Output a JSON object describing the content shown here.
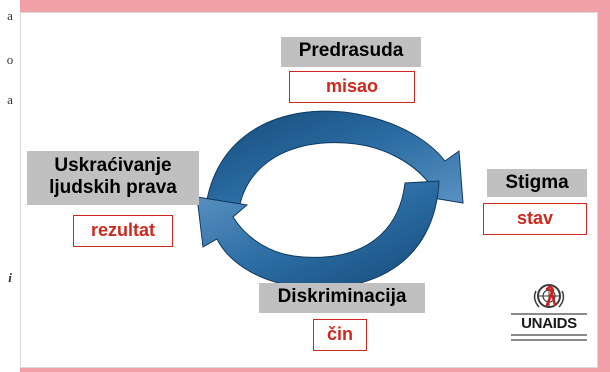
{
  "diagram": {
    "top": {
      "label": "Predrasuda",
      "value": "misao"
    },
    "right": {
      "label": "Stigma",
      "value": "stav"
    },
    "bottom": {
      "label": "Diskriminacija",
      "value": "čin"
    },
    "left": {
      "label_line1": "Uskraćivanje",
      "label_line2": "ljudskih prava",
      "value": "rezultat"
    }
  },
  "logo": {
    "name": "UNAIDS",
    "icon": "un-emblem-icon"
  },
  "colors": {
    "frame": "#f2a0a8",
    "arrow": "#1f5a8c",
    "label_bg": "#c0c0c0",
    "value_red": "#cc2a1e"
  },
  "icons": [
    "un-emblem-icon",
    "red-ribbon-icon",
    "cycle-arrow-icon"
  ]
}
